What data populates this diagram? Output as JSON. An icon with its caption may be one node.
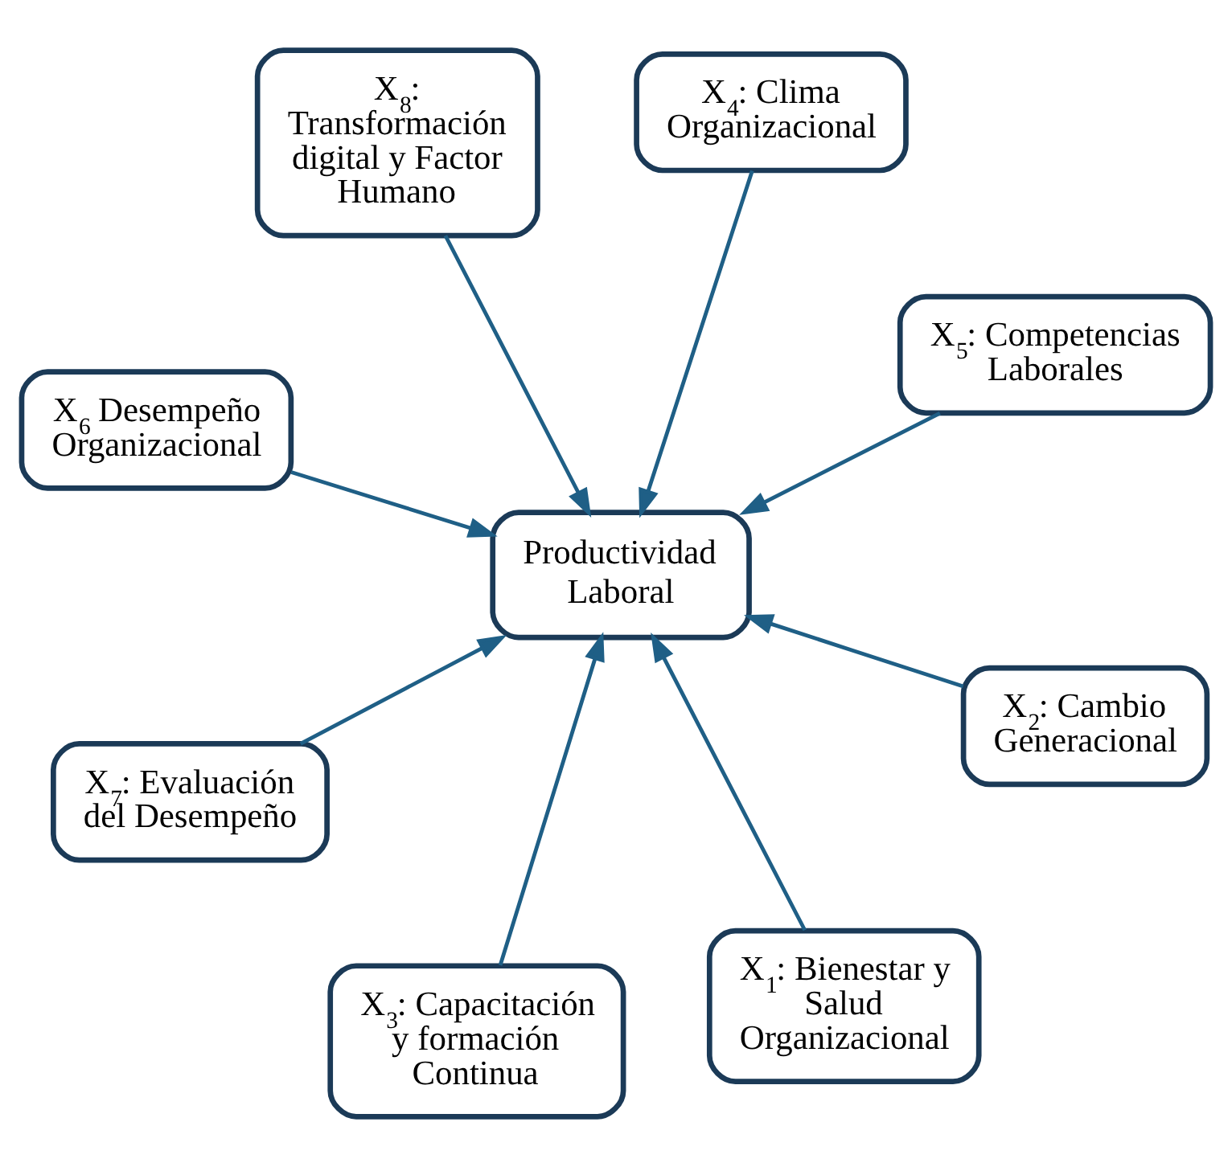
{
  "diagram": {
    "nodes": [
      {
        "text": [
          "X$_{6}$ Desempeño Organizacional"
        ]
      },
      {
        "text": [
          "X$_{5}$: Competencias Laborales"
        ]
      },
      {
        "text": [
          "X$_{3}$: Capacitación y formación Continua"
        ]
      },
      {
        "text": [
          "Productividad Laboral"
        ]
      },
      {
        "text": [
          "X$_{4}$: Clima Organizacional"
        ]
      },
      {
        "text": [
          "X$_{8}$: Transformación digital y Factor Humano"
        ]
      },
      {
        "text": [
          "X$_{7}$: Evaluación del Desempeño"
        ]
      },
      {
        "text": [
          "X$_{2}$: Cambio Generacional"
        ]
      },
      {
        "text": [
          "X$_{1}$: Bienestar y Salud Organizacional"
        ]
      }
    ],
    "edges": [
      {
        "from": 0,
        "to": 3,
        "arrow": "to"
      },
      {
        "from": 1,
        "to": 3,
        "arrow": "to"
      },
      {
        "from": 2,
        "to": 3,
        "arrow": "to"
      },
      {
        "from": 4,
        "to": 3,
        "arrow": "to"
      },
      {
        "from": 5,
        "to": 3,
        "arrow": "to"
      },
      {
        "from": 6,
        "to": 3,
        "arrow": "to"
      },
      {
        "from": 7,
        "to": 3,
        "arrow": "to"
      },
      {
        "from": 8,
        "to": 3,
        "arrow": "to"
      }
    ]
  }
}
